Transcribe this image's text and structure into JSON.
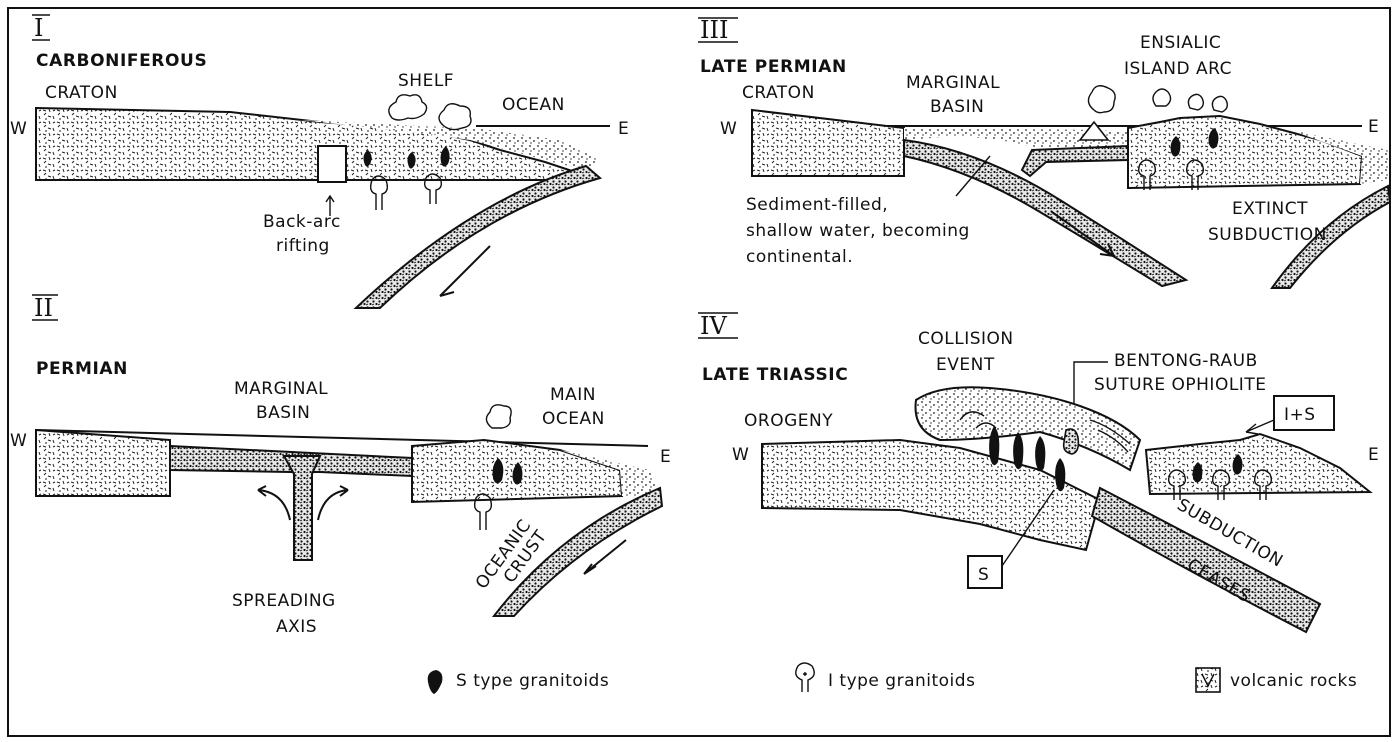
{
  "panels": {
    "p1": {
      "numeral": "I",
      "era": "CARBONIFEROUS",
      "labels": {
        "craton": "CRATON",
        "shelf": "SHELF",
        "ocean": "OCEAN",
        "w": "W",
        "e": "E",
        "rift_1": "Back-arc",
        "rift_2": "rifting"
      }
    },
    "p2": {
      "numeral": "II",
      "era": "PERMIAN",
      "labels": {
        "basin_1": "MARGINAL",
        "basin_2": "BASIN",
        "ocean_1": "MAIN",
        "ocean_2": "OCEAN",
        "w": "W",
        "e": "E",
        "axis_1": "SPREADING",
        "axis_2": "AXIS",
        "crust_1": "OCEANIC",
        "crust_2": "CRUST"
      }
    },
    "p3": {
      "numeral": "III",
      "era": "LATE PERMIAN",
      "labels": {
        "craton": "CRATON",
        "basin_1": "MARGINAL",
        "basin_2": "BASIN",
        "arc_1": "ENSIALIC",
        "arc_2": "ISLAND ARC",
        "w": "W",
        "e": "E",
        "note_1": "Sediment-filled,",
        "note_2": "shallow water, becoming",
        "note_3": "continental.",
        "extinct_1": "EXTINCT",
        "extinct_2": "SUBDUCTION"
      }
    },
    "p4": {
      "numeral": "IV",
      "era": "LATE TRIASSIC",
      "labels": {
        "orogeny": "OROGENY",
        "collision_1": "COLLISION",
        "collision_2": "EVENT",
        "suture_1": "BENTONG-RAUB",
        "suture_2": "SUTURE OPHIOLITE",
        "box_is": "I+S",
        "box_s": "S",
        "w": "W",
        "e": "E",
        "subd_1": "SUBDUCTION",
        "subd_2": "CEASES"
      }
    }
  },
  "legend": {
    "s_type": "S type granitoids",
    "i_type": "I type granitoids",
    "volcanic": "volcanic rocks"
  }
}
